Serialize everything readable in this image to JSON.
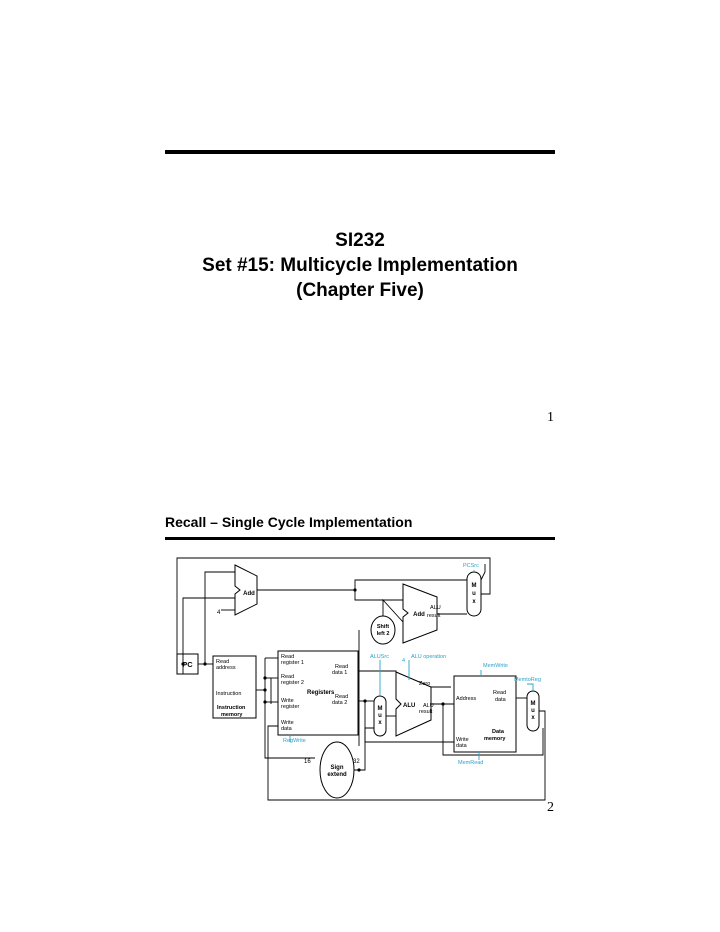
{
  "slide1": {
    "title_lines": [
      "SI232",
      "Set #15: Multicycle Implementation",
      "(Chapter Five)"
    ],
    "page_number": "1"
  },
  "slide2": {
    "title": "Recall – Single Cycle Implementation",
    "page_number": "2",
    "diagram": {
      "pc": "PC",
      "add1": "Add",
      "const4": "4",
      "add2": "Add",
      "alu_result_1": "ALU",
      "alu_result_2": "result",
      "shift_1": "Shift",
      "shift_2": "left 2",
      "pcsrc": "PCSrc",
      "alusrc": "ALUSrc",
      "alu_op_4": "4",
      "alu_operation": "ALU operation",
      "memwrite": "MemWrite",
      "memtoreg": "MemtoReg",
      "memread": "MemRead",
      "regwrite": "RegWrite",
      "im_read_1": "Read",
      "im_read_2": "address",
      "im_instruction": "Instruction",
      "im_name_1": "Instruction",
      "im_name_2": "memory",
      "reg_rr1_1": "Read",
      "reg_rr1_2": "register 1",
      "reg_rr2_1": "Read",
      "reg_rr2_2": "register 2",
      "reg_wr_1": "Write",
      "reg_wr_2": "register",
      "reg_wd_1": "Write",
      "reg_wd_2": "data",
      "reg_rd1_1": "Read",
      "reg_rd1_2": "data 1",
      "reg_rd2_1": "Read",
      "reg_rd2_2": "data 2",
      "reg_name": "Registers",
      "alu_zero": "Zero",
      "alu_name": "ALU",
      "alu_res_1": "ALU",
      "alu_res_2": "result",
      "dm_address": "Address",
      "dm_rd_1": "Read",
      "dm_rd_2": "data",
      "dm_wd_1": "Write",
      "dm_wd_2": "data",
      "dm_name_1": "Data",
      "dm_name_2": "memory",
      "se_1": "Sign",
      "se_2": "extend",
      "bits_16": "16",
      "bits_32": "32",
      "mux_letters": [
        "M",
        "u",
        "x"
      ]
    }
  },
  "colors": {
    "control": "#29a3c6",
    "ink": "#000000"
  }
}
